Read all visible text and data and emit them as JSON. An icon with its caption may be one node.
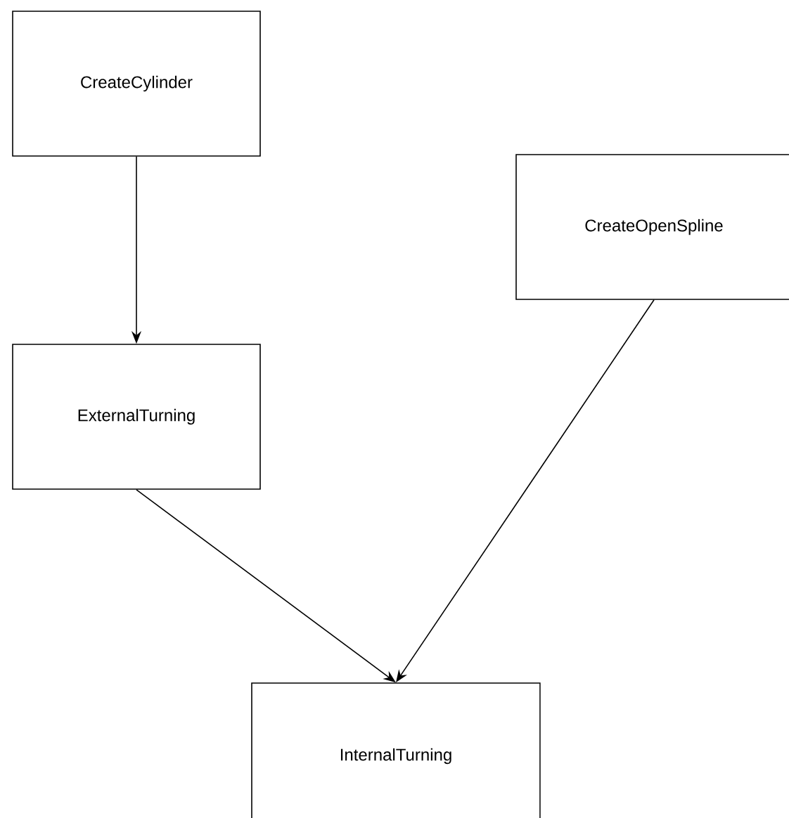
{
  "diagram": {
    "nodes": [
      {
        "text": [
          "CreateCylinder"
        ]
      },
      {
        "text": [
          "ExternalTurning"
        ]
      },
      {
        "text": [
          "CreateOpenSpline"
        ]
      },
      {
        "text": [
          "InternalTurning"
        ]
      }
    ],
    "edges": [
      {
        "from": 0,
        "to": 1,
        "arrow": "to"
      },
      {
        "from": 1,
        "to": 3,
        "arrow": "to"
      },
      {
        "from": 2,
        "to": 3,
        "arrow": "to"
      }
    ]
  }
}
